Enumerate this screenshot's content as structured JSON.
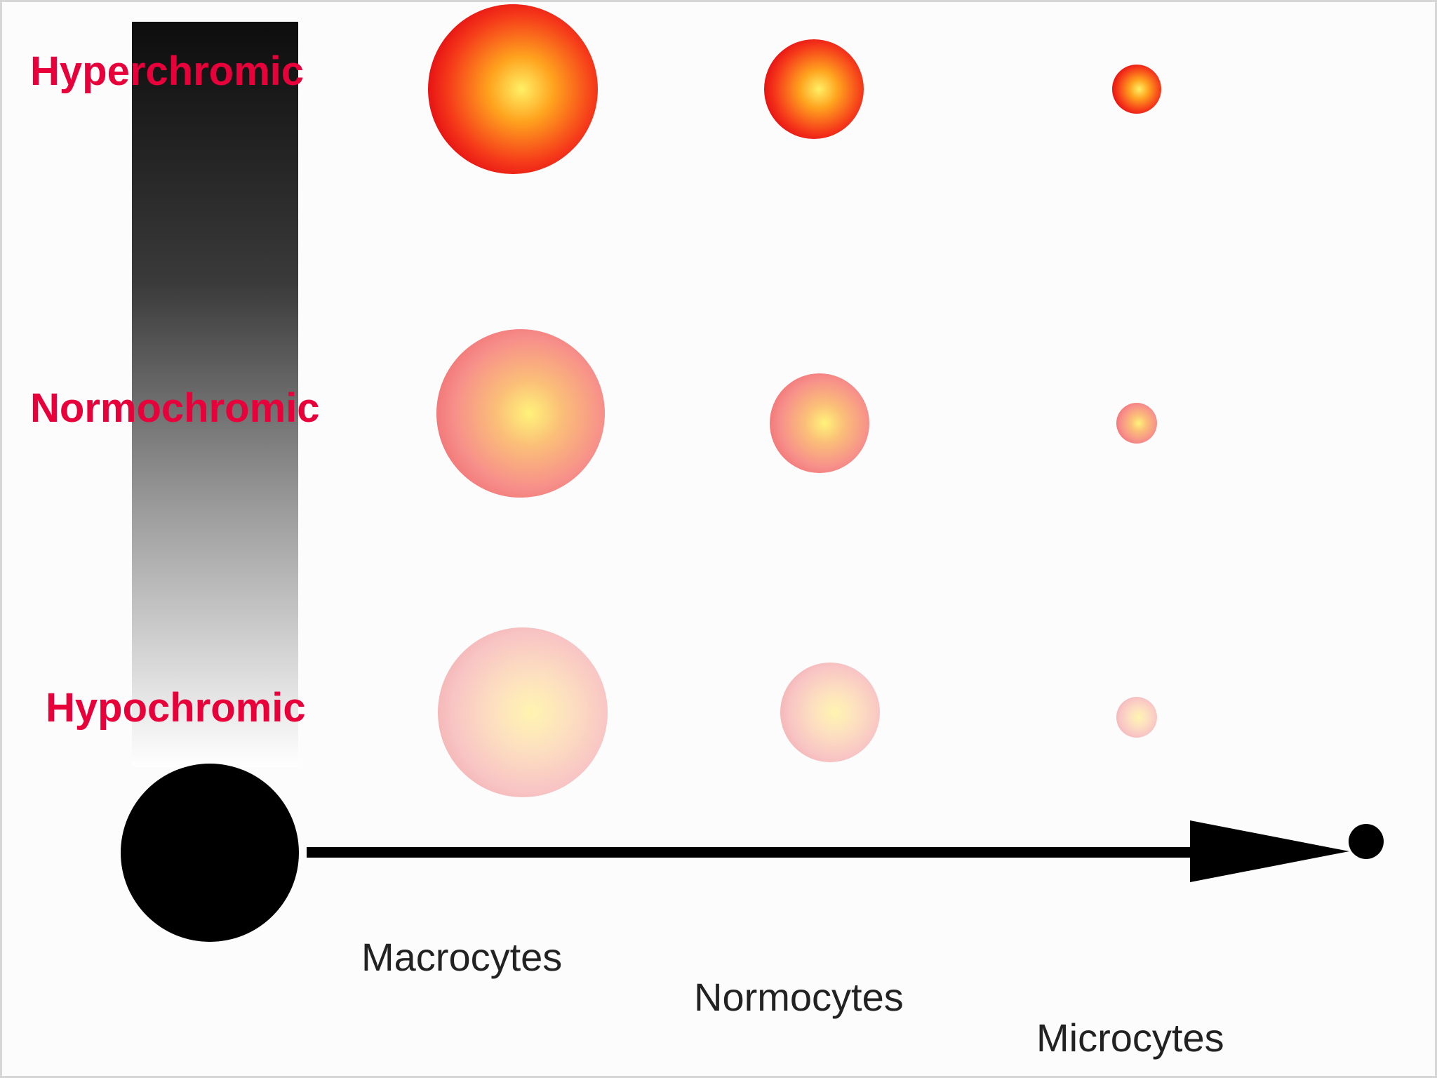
{
  "rows": [
    {
      "label": "Hyperchromic",
      "level": "high",
      "color": "#e8003a"
    },
    {
      "label": "Normochromic",
      "level": "normal",
      "color": "#e8003a"
    },
    {
      "label": "Hypochromic",
      "level": "low",
      "color": "#e8003a"
    }
  ],
  "columns": [
    {
      "label": "Macrocytes",
      "size": "large"
    },
    {
      "label": "Normocytes",
      "size": "normal"
    },
    {
      "label": "Microcytes",
      "size": "small"
    }
  ],
  "colors": {
    "label_red": "#e8003a",
    "cell_core": "#ffee55",
    "cell_rim_hyper": "#ee1a1a",
    "cell_rim_normo": "#f47a7a",
    "cell_rim_hypo": "#f7b7b7",
    "axis": "#000000"
  }
}
